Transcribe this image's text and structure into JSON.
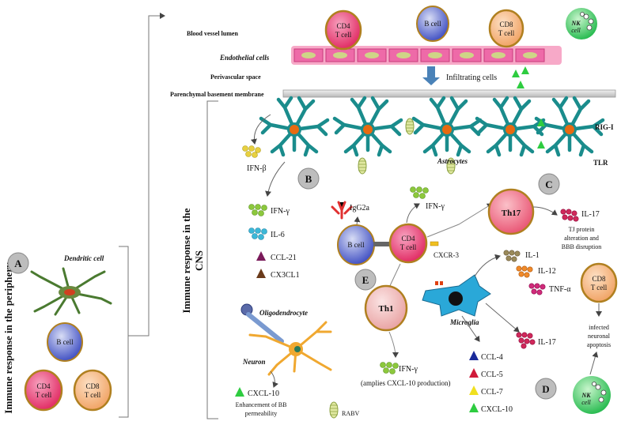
{
  "panels": {
    "a": "A",
    "b": "B",
    "c": "C",
    "d": "D",
    "e": "E"
  },
  "side_titles": {
    "periphery": "Immune response in the periphery",
    "cns_line1": "Immune response in the",
    "cns_line2": "CNS"
  },
  "layers": {
    "lumen": "Blood vessel lumen",
    "endothelial": "Endothelial cells",
    "perivascular": "Perivascular space",
    "membrane": "Parenchymal basement membrane",
    "infiltrating": "Infiltrating cells"
  },
  "vessel_cells": {
    "cd4_l1": "CD4",
    "cd4_l2": "T cell",
    "bcell": "B cell",
    "cd8_l1": "CD8",
    "cd8_l2": "T cell",
    "nk_l1": "NK",
    "nk_l2": "cell"
  },
  "astrocytes": {
    "label": "Astrocytes",
    "rigi": "RIG-I",
    "tlr": "TLR"
  },
  "periphery": {
    "dendritic": "Dendritic cell",
    "bcell": "B cell",
    "cd4_l1": "CD4",
    "cd4_l2": "T cell",
    "cd8_l1": "CD8",
    "cd8_l2": "T cell"
  },
  "cytokines_b": {
    "ifnb": "IFN-β",
    "ifng": "IFN-γ",
    "il6": "IL-6",
    "ccl21": "CCL-21",
    "cx3cl1": "CX3CL1"
  },
  "panel_e": {
    "igg": "IgG2a",
    "bcell": "B cell",
    "cd4_l1": "CD4",
    "cd4_l2": "T cell",
    "ifng": "IFN-γ",
    "cxcr3": "CXCR-3",
    "th1": "Th1",
    "ifng2": "IFN-γ",
    "amplifies": "(amplies CXCL-10 production)"
  },
  "panel_c": {
    "th17": "Th17",
    "il17": "IL-17",
    "tj_l1": "TJ protein",
    "tj_l2": "alteration  and",
    "tj_l3": "BBB disruption"
  },
  "microglia": {
    "label": "Microglia",
    "il1": "IL-1",
    "il12": "IL-12",
    "tnfa": "TNF-α",
    "il17": "IL-17",
    "ccl4": "CCL-4",
    "ccl5": "CCL-5",
    "ccl7": "CCL-7",
    "cxcl10": "CXCL-10"
  },
  "panel_d": {
    "cd8_l1": "CD8",
    "cd8_l2": "T cell",
    "apop_l1": "infected",
    "apop_l2": "neuronal",
    "apop_l3": "apoptosis",
    "nk_l1": "NK",
    "nk_l2": "cell"
  },
  "neuron": {
    "oligo": "Oligodendrocyte",
    "neuron": "Neuron",
    "cxcl10": "CXCL-10",
    "enh_l1": "Enhancement of BB",
    "enh_l2": "permeability",
    "rabv": "RABV"
  },
  "colors": {
    "astrocyte": "#1a8c8c",
    "astro_nucleus": "#e86a10",
    "endothelial": "#ee6aa8",
    "cd4": "#e8386e",
    "cd8": "#f2a86a",
    "bcell": "#4a5fd0",
    "nk": "#2ecc5a",
    "th": "#f2c0c0",
    "microglia": "#2aa8d8",
    "membrane": "#d0d0d0"
  }
}
